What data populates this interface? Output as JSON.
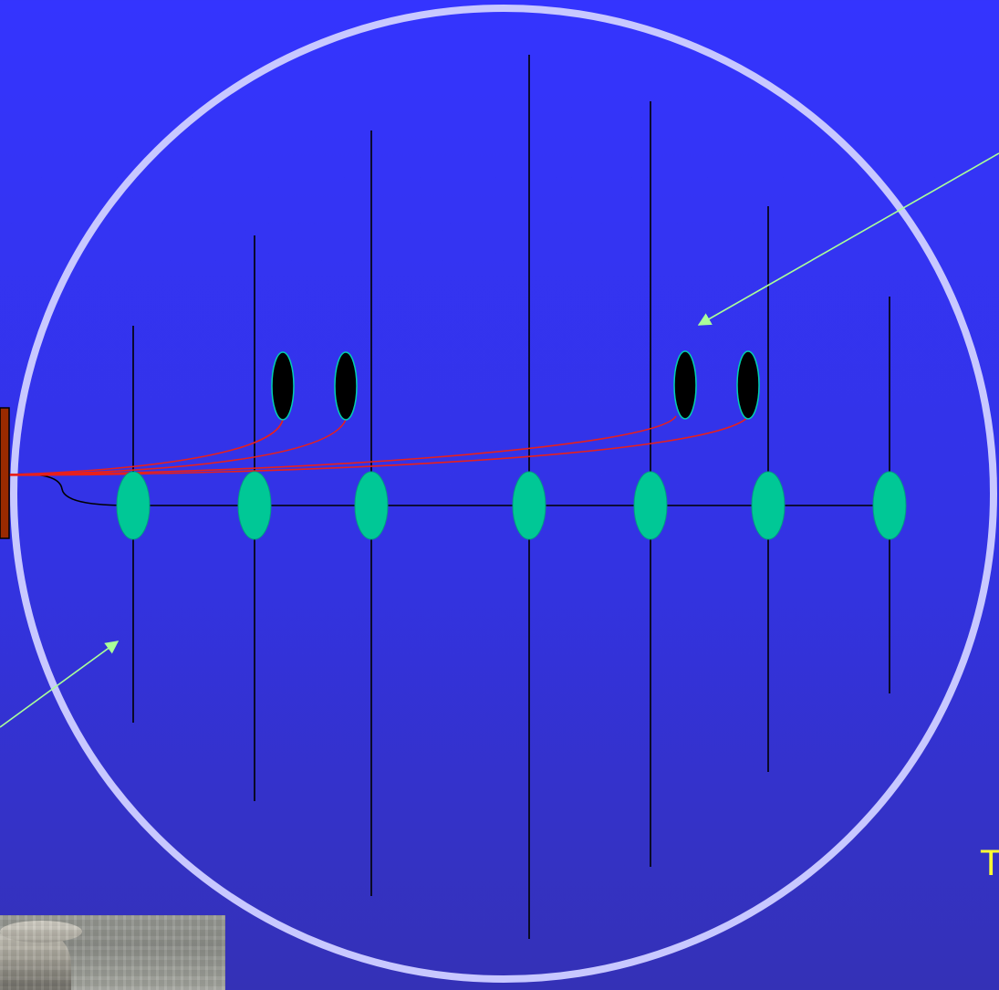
{
  "diagram": {
    "edge_text": "T",
    "colors": {
      "circle": "#c8c8ff",
      "string_line": "#000000",
      "sensor_module": "#00c896",
      "sensor_outline": "#00a080",
      "black_module": "#000000",
      "black_module_outline": "#00d0b0",
      "cable_red": "#e8201c",
      "arrow": "#aaff99",
      "hub_box": "#9a2a00"
    },
    "strings": [
      {
        "id": "string-1"
      },
      {
        "id": "string-2"
      },
      {
        "id": "string-3"
      },
      {
        "id": "string-4"
      },
      {
        "id": "string-5"
      },
      {
        "id": "string-6"
      },
      {
        "id": "string-7"
      }
    ],
    "sensor_modules": [
      {
        "id": "module-1"
      },
      {
        "id": "module-2"
      },
      {
        "id": "module-3"
      },
      {
        "id": "module-4"
      },
      {
        "id": "module-5"
      },
      {
        "id": "module-6"
      },
      {
        "id": "module-7"
      }
    ],
    "black_modules": [
      {
        "id": "black-module-1"
      },
      {
        "id": "black-module-2"
      },
      {
        "id": "black-module-3"
      },
      {
        "id": "black-module-4"
      }
    ],
    "arrows": [
      {
        "id": "arrow-top-right"
      },
      {
        "id": "arrow-bottom-left"
      }
    ],
    "photo": {
      "icon": "stone-pedestal-photo"
    }
  }
}
